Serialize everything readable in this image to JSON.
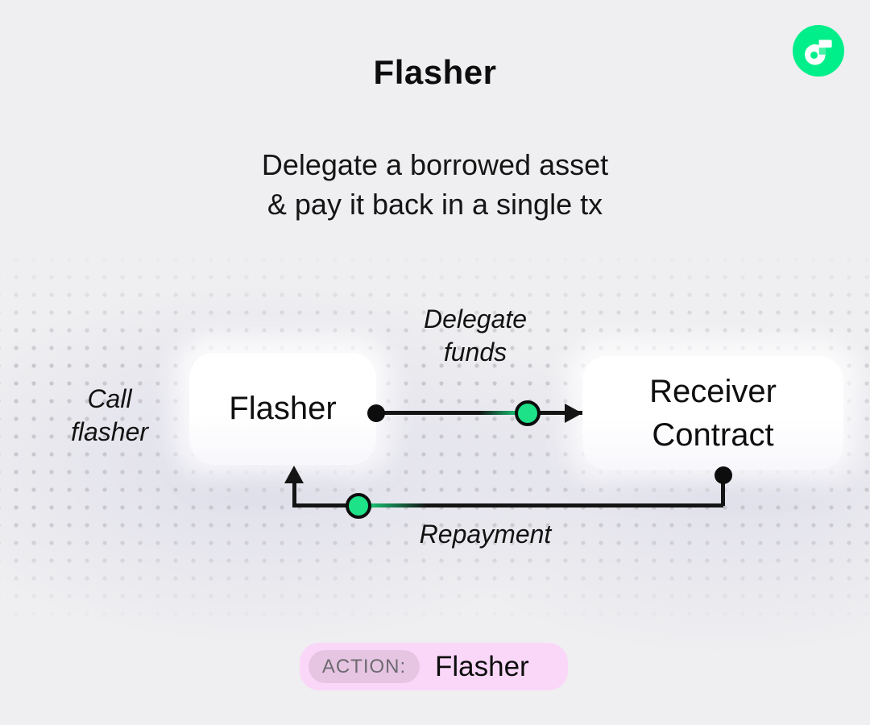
{
  "header": {
    "title": "Flasher",
    "subtitle_line1": "Delegate a borrowed asset",
    "subtitle_line2": "& pay it back in a single tx"
  },
  "logo": {
    "name": "flow-logo",
    "circle_color": "#00EF8B",
    "glyph_color": "#FFFFFF",
    "square_color": "#44F0A4"
  },
  "diagram": {
    "flasher_node": {
      "label": "Flasher"
    },
    "receiver_node": {
      "line1": "Receiver",
      "line2": "Contract"
    },
    "call_label": {
      "line1": "Call",
      "line2": "flasher"
    },
    "delegate_label": {
      "line1": "Delegate",
      "line2": "funds"
    },
    "repayment_label": "Repayment",
    "colors": {
      "line": "#141414",
      "token_green": "#1EE287",
      "connector_dot": "#0D0D0D"
    }
  },
  "action_badge": {
    "tag": "ACTION:",
    "value": "Flasher",
    "bg": "#FAD7F8",
    "tag_bg": "#E5C5E2",
    "tag_text_color": "#6E6A71"
  },
  "page": {
    "background": "#EFEEF0"
  }
}
